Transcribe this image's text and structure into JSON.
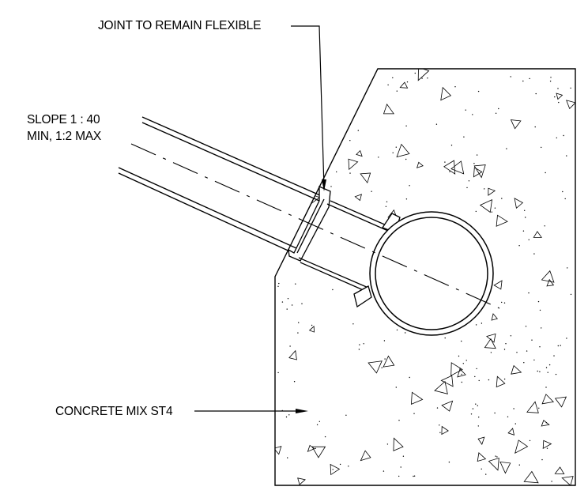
{
  "labels": {
    "joint": "JOINT TO REMAIN FLEXIBLE",
    "slope_line1": "SLOPE 1 : 40",
    "slope_line2": "MIN, 1:2 MAX",
    "concrete": "CONCRETE MIX ST4"
  },
  "colors": {
    "line": "#000000",
    "background": "#ffffff"
  }
}
